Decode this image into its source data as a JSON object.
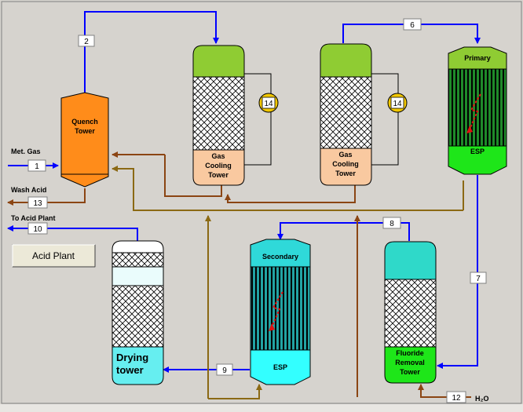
{
  "streams": {
    "s1": "1",
    "s2": "2",
    "s6": "6",
    "s7": "7",
    "s8": "8",
    "s9": "9",
    "s10": "10",
    "s12": "12",
    "s13": "13",
    "s14a": "14",
    "s14b": "14"
  },
  "labels": {
    "met_gas": "Met. Gas",
    "wash_acid": "Wash Acid",
    "to_acid_plant": "To Acid Plant",
    "h2o": "H₂O"
  },
  "equipment": {
    "quench_tower": [
      "Quench",
      "Tower"
    ],
    "gct1": [
      "Gas",
      "Cooling",
      "Tower"
    ],
    "gct2": [
      "Gas",
      "Cooling",
      "Tower"
    ],
    "esp_primary_top": "Primary",
    "esp_primary_bottom": "ESP",
    "esp_secondary_top": "Secondary",
    "esp_secondary_bottom": "ESP",
    "drying_tower": [
      "Drying",
      "tower"
    ],
    "fluoride_tower": [
      "Fluoride",
      "Removal",
      "Tower"
    ]
  },
  "acid_plant_button": "Acid Plant",
  "colors": {
    "gas_line": "#0000ff",
    "acid_line": "#8b4513",
    "return_line": "#8b6914",
    "quench": "#ff7f00",
    "tower_top": "#8fcc33",
    "tower_bottom": "#f9c9a0",
    "esp_green": "#1ee619",
    "esp_cyan": "#2fd9d9"
  }
}
